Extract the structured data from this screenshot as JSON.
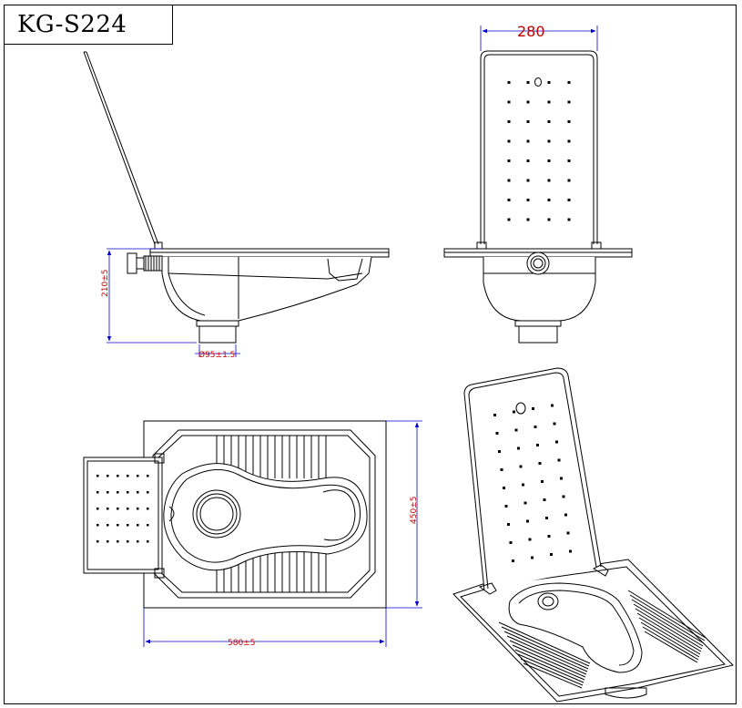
{
  "title": {
    "model": "KG-S224"
  },
  "dimensions": {
    "backplate_width": "280",
    "height": "210±5",
    "outlet_diameter": "Ø95±1.5",
    "width": "580±5",
    "depth": "450±5"
  },
  "colors": {
    "line": "#000000",
    "dimension_text": "#c00000",
    "dimension_line": "#0000cc"
  }
}
